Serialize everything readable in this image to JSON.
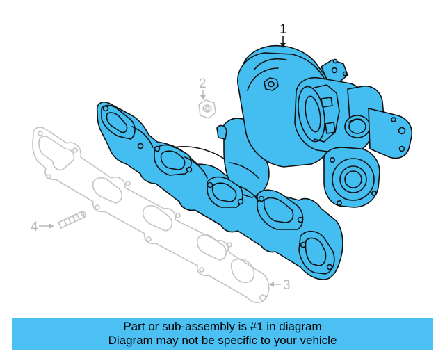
{
  "diagram": {
    "callouts": [
      {
        "number": "1",
        "part": "turbocharger-exhaust-manifold"
      },
      {
        "number": "2",
        "part": "nut"
      },
      {
        "number": "3",
        "part": "gasket"
      },
      {
        "number": "4",
        "part": "stud"
      }
    ],
    "colors": {
      "highlight_fill": "#44bdf0",
      "highlight_stroke": "#111111",
      "ghost_stroke": "#c4c4c4",
      "banner_bg": "#4cc0f2"
    }
  },
  "banner": {
    "line1": "Part or sub-assembly is #1 in diagram",
    "line2": "Diagram may not be specific to your vehicle"
  }
}
